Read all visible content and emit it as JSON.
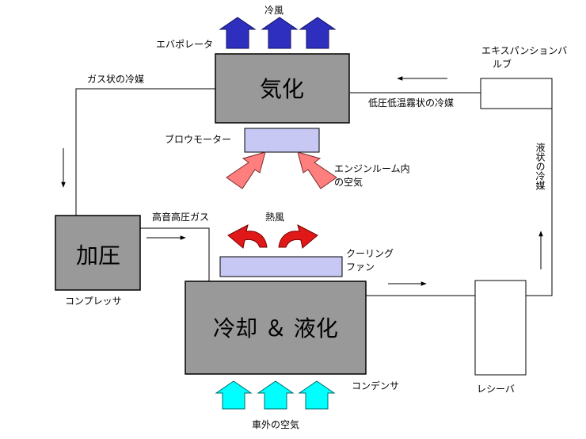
{
  "colors": {
    "box_gray": "#999999",
    "fan_lavender": "#c8c8f5",
    "cold_air_arrow": "#2f2fbf",
    "engine_air_arrow": "#ff7f7f",
    "hot_air_arrow": "#e01818",
    "outside_air_arrow": "#00ffff",
    "evap_title_color": "#1a1aa6",
    "comp_title_color": "#e00000",
    "line": "#000000"
  },
  "labels": {
    "cold_air": "冷風",
    "evaporator": "エバポレータ",
    "evaporator_title": "気化",
    "gas_refrigerant": "ガス状の冷媒",
    "expansion_valve_line1": "エキスパンションバ",
    "expansion_valve_line2": "ルブ",
    "low_press_mist": "低圧低温霧状の冷媒",
    "blower_motor": "ブロウモーター",
    "engine_room_air_line1": "エンジンルーム内",
    "engine_room_air_line2": "の空気",
    "liquid_refrigerant": "液状の冷媒",
    "compressor_title": "加圧",
    "compressor": "コンプレッサ",
    "high_temp_gas": "高音高圧ガス",
    "hot_air": "熱風",
    "cooling_fan_line1": "クーリング",
    "cooling_fan_line2": "ファン",
    "condenser_title": "冷却 ＆ 液化",
    "condenser": "コンデンサ",
    "receiver": "レシーバ",
    "outside_air": "車外の空気"
  }
}
